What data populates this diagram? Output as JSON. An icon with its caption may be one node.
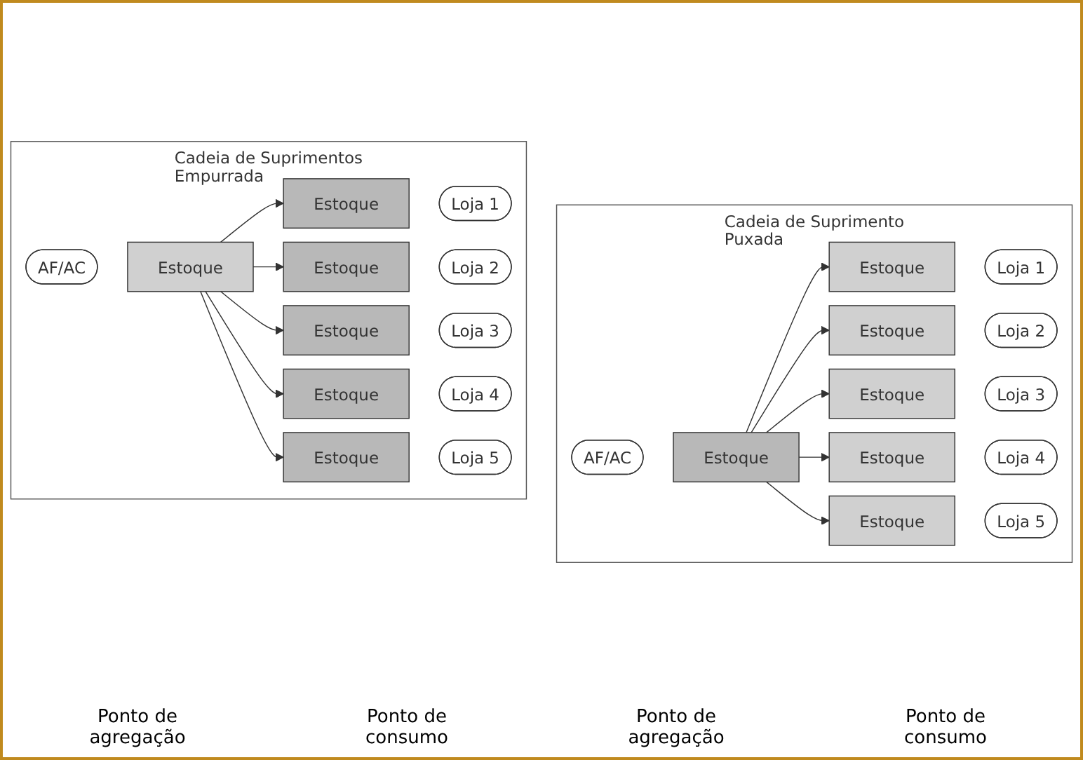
{
  "diagram": {
    "nodes": [
      {
        "text": [
          "Cadeia de Suprimentos Empurrada"
        ]
      },
      {
        "text": [
          "AF/AC"
        ],
        "in": 0
      },
      {
        "text": [
          "Estoque"
        ],
        "in": 0
      },
      {
        "text": [
          "Estoque"
        ],
        "in": 0
      },
      {
        "text": [
          "Loja 1"
        ],
        "in": 0
      },
      {
        "text": [
          "Estoque"
        ],
        "in": 0
      },
      {
        "text": [
          "Loja 2"
        ],
        "in": 0
      },
      {
        "text": [
          "Estoque"
        ],
        "in": 0
      },
      {
        "text": [
          "Loja 3"
        ],
        "in": 0
      },
      {
        "text": [
          "Estoque"
        ],
        "in": 0
      },
      {
        "text": [
          "Loja 4"
        ],
        "in": 0
      },
      {
        "text": [
          "Estoque"
        ],
        "in": 0
      },
      {
        "text": [
          "Loja 5"
        ],
        "in": 0
      },
      {
        "text": [
          "Cadeia de Suprimento Puxada"
        ]
      },
      {
        "text": [
          "AF/AC"
        ],
        "in": 13
      },
      {
        "text": [
          "Estoque"
        ],
        "in": 13
      },
      {
        "text": [
          "Estoque"
        ],
        "in": 13
      },
      {
        "text": [
          "Loja 1"
        ],
        "in": 13
      },
      {
        "text": [
          "Estoque"
        ],
        "in": 13
      },
      {
        "text": [
          "Loja 2"
        ],
        "in": 13
      },
      {
        "text": [
          "Estoque"
        ],
        "in": 13
      },
      {
        "text": [
          "Loja 3"
        ],
        "in": 13
      },
      {
        "text": [
          "Estoque"
        ],
        "in": 13
      },
      {
        "text": [
          "Loja 4"
        ],
        "in": 13
      },
      {
        "text": [
          "Estoque"
        ],
        "in": 13
      },
      {
        "text": [
          "Loja 5"
        ],
        "in": 13
      }
    ],
    "edges": [
      {
        "from": 2,
        "to": 3,
        "arrow": "to"
      },
      {
        "from": 2,
        "to": 5,
        "arrow": "to"
      },
      {
        "from": 2,
        "to": 7,
        "arrow": "to"
      },
      {
        "from": 2,
        "to": 9,
        "arrow": "to"
      },
      {
        "from": 2,
        "to": 11,
        "arrow": "to"
      },
      {
        "from": 15,
        "to": 16,
        "arrow": "to"
      },
      {
        "from": 15,
        "to": 18,
        "arrow": "to"
      },
      {
        "from": 15,
        "to": 20,
        "arrow": "to"
      },
      {
        "from": 15,
        "to": 22,
        "arrow": "to"
      },
      {
        "from": 15,
        "to": 24,
        "arrow": "to"
      }
    ],
    "labels": [
      "Ponto de agregação",
      "Ponto de consumo",
      "Ponto de agregação",
      "Ponto de consumo"
    ]
  }
}
